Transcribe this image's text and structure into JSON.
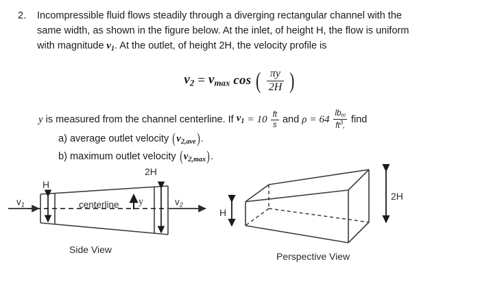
{
  "problem": {
    "number": "2.",
    "lines": [
      "Incompressible fluid flows steadily through a diverging rectangular channel with the",
      "same width, as shown in the figure below. At the inlet, of height H, the flow is uniform",
      "with magnitude"
    ],
    "line3_tail": ". At the outlet, of height 2H, the velocity profile is",
    "v1_symbol": "v",
    "v1_sub": "1"
  },
  "equation": {
    "lhs": "v",
    "lhs_sub": "2",
    "equals": "=",
    "rhs_var": "v",
    "rhs_sub": "max",
    "operator": "cos",
    "numerator": "πy",
    "denominator": "2H",
    "plain": "v2 = vmax cos(πy / 2H)"
  },
  "given": {
    "y_symbol": "y",
    "text_a": "is measured from the channel centerline. If",
    "v1_symbol": "v",
    "v1_sub": "1",
    "eq1": "=",
    "value1": "10",
    "unit1_num": "ft",
    "unit1_den": "s",
    "text_b": "and",
    "rho_symbol": "ρ",
    "eq2": "=",
    "value2": "64",
    "unit2_num": "lb",
    "unit2_num_sub": "m",
    "unit2_den": "ft",
    "unit2_den_sup": "3",
    "comma": ",",
    "text_c": "find"
  },
  "subitems": [
    {
      "label": "a)",
      "text": "average outlet velocity",
      "symbol": "v",
      "sub": "2,ave",
      "period": "."
    },
    {
      "label": "b)",
      "text": "maximum outlet velocity",
      "symbol": "v",
      "sub": "2,max",
      "period": "."
    }
  ],
  "side_view": {
    "caption": "Side View",
    "inlet_label": "H",
    "outlet_label": "2H",
    "centerline_label": "centerline",
    "y_label": "y",
    "inlet_velocity": "v",
    "inlet_velocity_sub": "1",
    "outlet_velocity": "v",
    "outlet_velocity_sub": "2"
  },
  "perspective_view": {
    "caption": "Perspective View",
    "inlet_label": "H",
    "outlet_label": "2H"
  },
  "colors": {
    "text": "#1a1a1a",
    "line": "#3a3a3a",
    "background": "#ffffff"
  }
}
